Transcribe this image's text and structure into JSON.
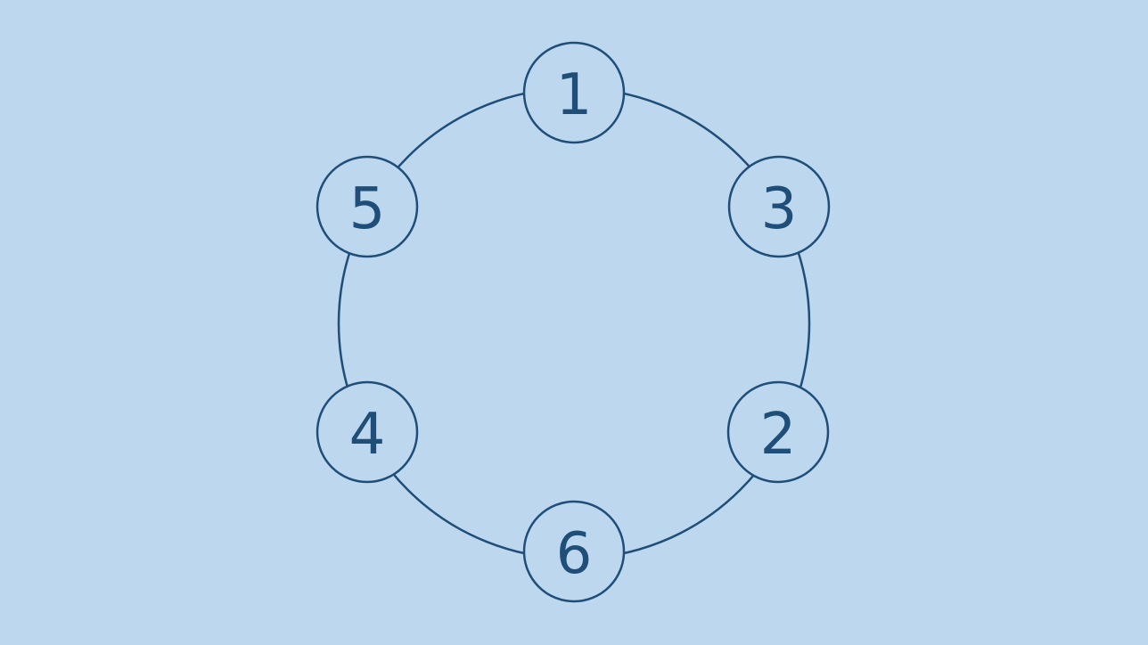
{
  "colors": {
    "background": "#bdd7ee",
    "stroke": "#1f4e79",
    "text": "#1f4e79",
    "node_fill": "#bdd7ee"
  },
  "diagram": {
    "nodes": [
      {
        "id": "n1",
        "label": "1"
      },
      {
        "id": "n3",
        "label": "3"
      },
      {
        "id": "n2",
        "label": "2"
      },
      {
        "id": "n6",
        "label": "6"
      },
      {
        "id": "n4",
        "label": "4"
      },
      {
        "id": "n5",
        "label": "5"
      }
    ]
  }
}
